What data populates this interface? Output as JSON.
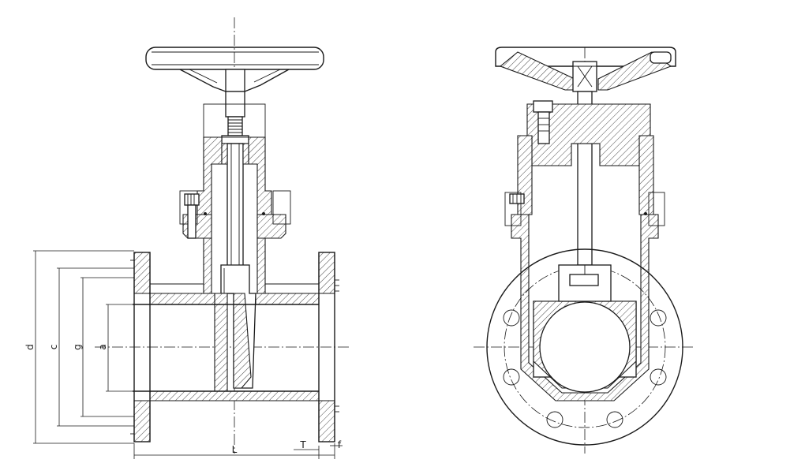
{
  "dimension_labels": {
    "d": "d",
    "c": "c",
    "g": "g",
    "a": "a",
    "L": "L",
    "T": "T",
    "f": "f"
  }
}
